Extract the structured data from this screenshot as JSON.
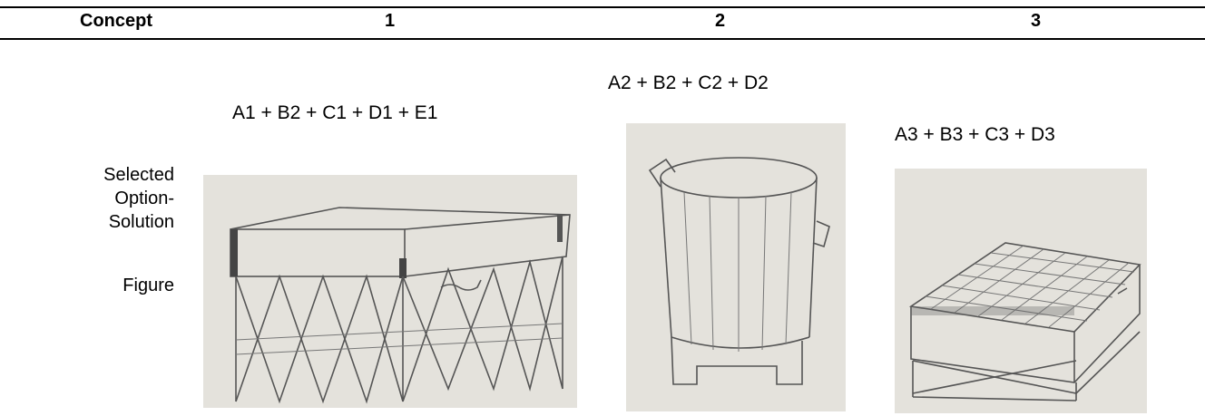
{
  "table": {
    "headers": [
      "Concept",
      "1",
      "2",
      "3"
    ],
    "row_label": {
      "line1": "Selected",
      "line2": "Option-",
      "line3": "Solution",
      "line4": "Figure"
    },
    "concepts": [
      {
        "formula": "A1 + B2 + C1 + D1 + E1",
        "sketch": "collapsible-scissor-frame-bin"
      },
      {
        "formula": "A2 + B2 + C2 + D2",
        "sketch": "cylindrical-drum-with-handles"
      },
      {
        "formula": "A3 + B3 + C3 + D3",
        "sketch": "grill-box-on-scissor-stand"
      }
    ]
  }
}
